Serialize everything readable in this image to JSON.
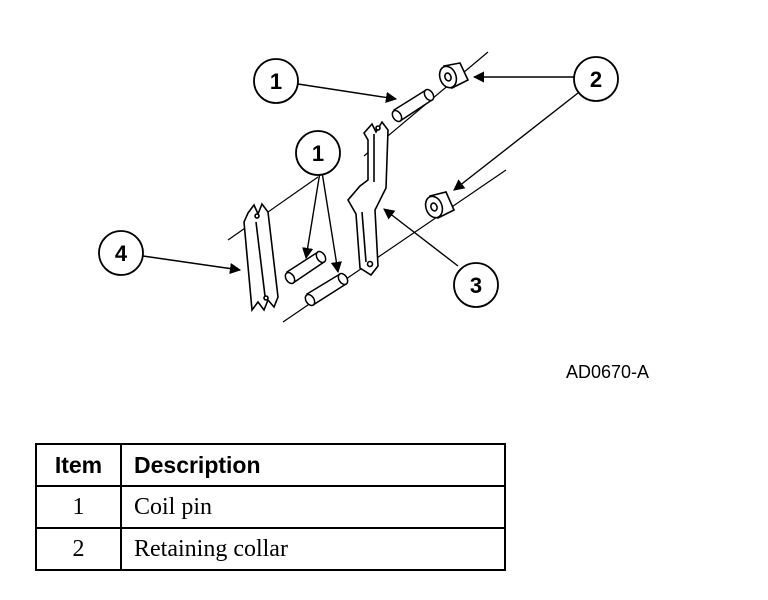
{
  "figure_id": "AD0670-A",
  "callouts": [
    "1",
    "2",
    "1",
    "4",
    "3"
  ],
  "table": {
    "headers": [
      "Item",
      "Description"
    ],
    "rows": [
      {
        "item": "1",
        "description": "Coil pin"
      },
      {
        "item": "2",
        "description": "Retaining collar"
      }
    ]
  }
}
